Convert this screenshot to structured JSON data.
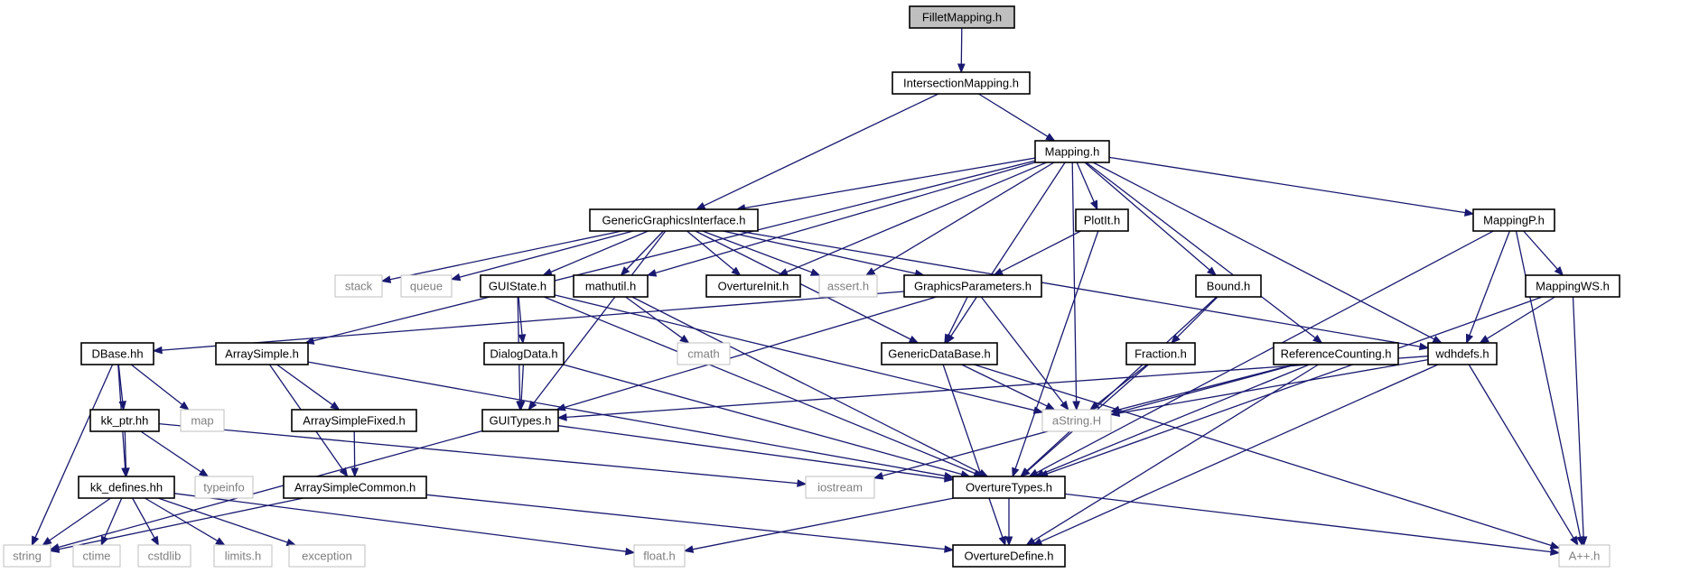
{
  "diagram": {
    "nodes": [
      {
        "id": "fillet",
        "label": "FilletMapping.h",
        "kind": "root"
      },
      {
        "id": "intersection",
        "label": "IntersectionMapping.h",
        "kind": "local"
      },
      {
        "id": "mapping",
        "label": "Mapping.h",
        "kind": "local"
      },
      {
        "id": "ggi",
        "label": "GenericGraphicsInterface.h",
        "kind": "local"
      },
      {
        "id": "plotit",
        "label": "PlotIt.h",
        "kind": "local"
      },
      {
        "id": "mappingp",
        "label": "MappingP.h",
        "kind": "local"
      },
      {
        "id": "stack",
        "label": "stack",
        "kind": "external"
      },
      {
        "id": "queue",
        "label": "queue",
        "kind": "external"
      },
      {
        "id": "guistate",
        "label": "GUIState.h",
        "kind": "local"
      },
      {
        "id": "mathutil",
        "label": "mathutil.h",
        "kind": "local"
      },
      {
        "id": "overtureinit",
        "label": "OvertureInit.h",
        "kind": "local"
      },
      {
        "id": "assert",
        "label": "assert.h",
        "kind": "external"
      },
      {
        "id": "graphicsparams",
        "label": "GraphicsParameters.h",
        "kind": "local"
      },
      {
        "id": "bound",
        "label": "Bound.h",
        "kind": "local"
      },
      {
        "id": "mappingws",
        "label": "MappingWS.h",
        "kind": "local"
      },
      {
        "id": "dbase",
        "label": "DBase.hh",
        "kind": "local"
      },
      {
        "id": "arraysimple",
        "label": "ArraySimple.h",
        "kind": "local"
      },
      {
        "id": "dialogdata",
        "label": "DialogData.h",
        "kind": "local"
      },
      {
        "id": "cmath",
        "label": "cmath",
        "kind": "external"
      },
      {
        "id": "genericdatabase",
        "label": "GenericDataBase.h",
        "kind": "local"
      },
      {
        "id": "fraction",
        "label": "Fraction.h",
        "kind": "local"
      },
      {
        "id": "refcounting",
        "label": "ReferenceCounting.h",
        "kind": "local"
      },
      {
        "id": "wdhdefs",
        "label": "wdhdefs.h",
        "kind": "local"
      },
      {
        "id": "map",
        "label": "map",
        "kind": "external"
      },
      {
        "id": "kkptr",
        "label": "kk_ptr.hh",
        "kind": "local"
      },
      {
        "id": "arraysimplefixed",
        "label": "ArraySimpleFixed.h",
        "kind": "local"
      },
      {
        "id": "guitypes",
        "label": "GUITypes.h",
        "kind": "local"
      },
      {
        "id": "astring",
        "label": "aString.H",
        "kind": "external"
      },
      {
        "id": "typeinfo",
        "label": "typeinfo",
        "kind": "external"
      },
      {
        "id": "kkdefines",
        "label": "kk_defines.hh",
        "kind": "local"
      },
      {
        "id": "arraysimplecommon",
        "label": "ArraySimpleCommon.h",
        "kind": "local"
      },
      {
        "id": "iostream",
        "label": "iostream",
        "kind": "external"
      },
      {
        "id": "overturetypes",
        "label": "OvertureTypes.h",
        "kind": "local"
      },
      {
        "id": "string",
        "label": "string",
        "kind": "external"
      },
      {
        "id": "ctime",
        "label": "ctime",
        "kind": "external"
      },
      {
        "id": "cstdlib",
        "label": "cstdlib",
        "kind": "external"
      },
      {
        "id": "limits",
        "label": "limits.h",
        "kind": "external"
      },
      {
        "id": "exception",
        "label": "exception",
        "kind": "external"
      },
      {
        "id": "float",
        "label": "float.h",
        "kind": "external"
      },
      {
        "id": "overturedefine",
        "label": "OvertureDefine.h",
        "kind": "local"
      },
      {
        "id": "app",
        "label": "A++.h",
        "kind": "external"
      }
    ],
    "edges": [
      [
        "fillet",
        "intersection"
      ],
      [
        "intersection",
        "ggi"
      ],
      [
        "intersection",
        "mapping"
      ],
      [
        "mapping",
        "ggi"
      ],
      [
        "mapping",
        "plotit"
      ],
      [
        "mapping",
        "mappingp"
      ],
      [
        "mapping",
        "arraysimple"
      ],
      [
        "mapping",
        "mathutil"
      ],
      [
        "mapping",
        "overtureinit"
      ],
      [
        "mapping",
        "assert"
      ],
      [
        "mapping",
        "genericdatabase"
      ],
      [
        "mapping",
        "astring"
      ],
      [
        "mapping",
        "bound"
      ],
      [
        "mapping",
        "refcounting"
      ],
      [
        "mapping",
        "wdhdefs"
      ],
      [
        "ggi",
        "stack"
      ],
      [
        "ggi",
        "queue"
      ],
      [
        "ggi",
        "guistate"
      ],
      [
        "ggi",
        "mathutil"
      ],
      [
        "ggi",
        "overtureinit"
      ],
      [
        "ggi",
        "assert"
      ],
      [
        "ggi",
        "graphicsparams"
      ],
      [
        "ggi",
        "genericdatabase"
      ],
      [
        "ggi",
        "wdhdefs"
      ],
      [
        "ggi",
        "guitypes"
      ],
      [
        "plotit",
        "graphicsparams"
      ],
      [
        "plotit",
        "overturetypes"
      ],
      [
        "mappingp",
        "wdhdefs"
      ],
      [
        "mappingp",
        "mappingws"
      ],
      [
        "mappingp",
        "overturetypes"
      ],
      [
        "mappingp",
        "app"
      ],
      [
        "mappingws",
        "wdhdefs"
      ],
      [
        "mappingws",
        "overturetypes"
      ],
      [
        "mappingws",
        "app"
      ],
      [
        "guistate",
        "dialogdata"
      ],
      [
        "guistate",
        "guitypes"
      ],
      [
        "guistate",
        "astring"
      ],
      [
        "guistate",
        "overturetypes"
      ],
      [
        "mathutil",
        "cmath"
      ],
      [
        "mathutil",
        "overturetypes"
      ],
      [
        "graphicsparams",
        "dbase"
      ],
      [
        "graphicsparams",
        "genericdatabase"
      ],
      [
        "graphicsparams",
        "guitypes"
      ],
      [
        "graphicsparams",
        "astring"
      ],
      [
        "bound",
        "fraction"
      ],
      [
        "bound",
        "overturetypes"
      ],
      [
        "dialogdata",
        "guitypes"
      ],
      [
        "dialogdata",
        "overturetypes"
      ],
      [
        "genericdatabase",
        "astring"
      ],
      [
        "genericdatabase",
        "overturedefine"
      ],
      [
        "genericdatabase",
        "app"
      ],
      [
        "fraction",
        "astring"
      ],
      [
        "fraction",
        "overturetypes"
      ],
      [
        "refcounting",
        "astring"
      ],
      [
        "refcounting",
        "iostream"
      ],
      [
        "refcounting",
        "overturetypes"
      ],
      [
        "refcounting",
        "overturedefine"
      ],
      [
        "wdhdefs",
        "guitypes"
      ],
      [
        "wdhdefs",
        "astring"
      ],
      [
        "wdhdefs",
        "overturedefine"
      ],
      [
        "wdhdefs",
        "app"
      ],
      [
        "dbase",
        "kkptr"
      ],
      [
        "dbase",
        "map"
      ],
      [
        "dbase",
        "kkdefines"
      ],
      [
        "dbase",
        "string"
      ],
      [
        "arraysimple",
        "arraysimplefixed"
      ],
      [
        "arraysimple",
        "arraysimplecommon"
      ],
      [
        "arraysimple",
        "overturetypes"
      ],
      [
        "arraysimplefixed",
        "arraysimplecommon"
      ],
      [
        "kkptr",
        "kkdefines"
      ],
      [
        "kkptr",
        "typeinfo"
      ],
      [
        "kkptr",
        "iostream"
      ],
      [
        "guitypes",
        "overturetypes"
      ],
      [
        "guitypes",
        "string"
      ],
      [
        "kkdefines",
        "string"
      ],
      [
        "kkdefines",
        "ctime"
      ],
      [
        "kkdefines",
        "cstdlib"
      ],
      [
        "kkdefines",
        "limits"
      ],
      [
        "kkdefines",
        "exception"
      ],
      [
        "kkdefines",
        "float"
      ],
      [
        "arraysimplecommon",
        "string"
      ],
      [
        "arraysimplecommon",
        "overturedefine"
      ],
      [
        "overturetypes",
        "float"
      ],
      [
        "overturetypes",
        "overturedefine"
      ],
      [
        "overturetypes",
        "app"
      ]
    ]
  }
}
